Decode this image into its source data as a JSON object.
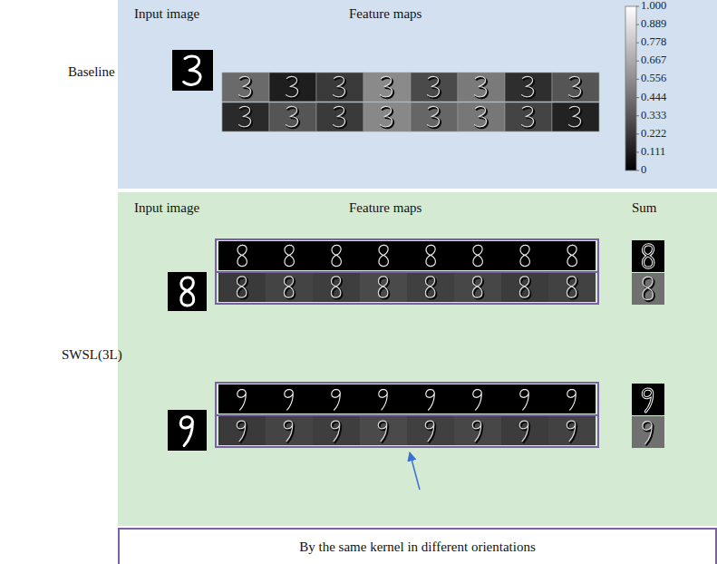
{
  "diagram": {
    "nodes": [
      {
        "text": [
          "Baseline",
          "Input image",
          "Feature maps"
        ]
      },
      {
        "text": [
          "SWSL(3L)",
          "Input image",
          "Feature maps",
          "Sum"
        ]
      },
      {
        "text": [
          "By the same kernel in different orientations"
        ]
      }
    ],
    "labels": [
      "1.000",
      "0.889",
      "0.778",
      "0.667",
      "0.556",
      "0.444",
      "0.333",
      "0.222",
      "0.111",
      "0"
    ]
  }
}
